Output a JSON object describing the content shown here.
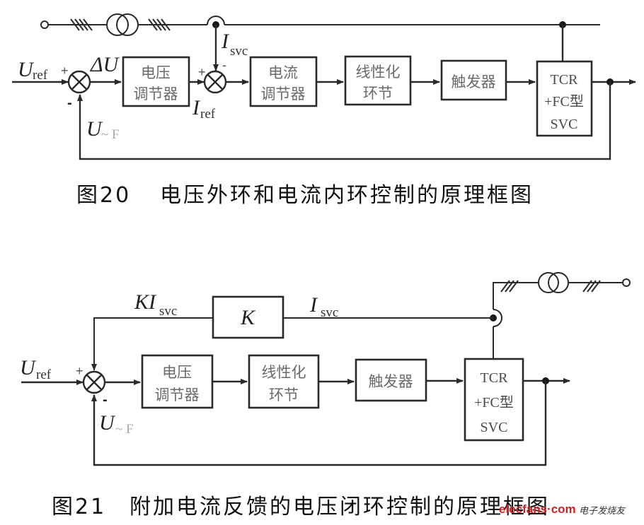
{
  "figure20": {
    "caption_number": "图20",
    "caption_text": "电压外环和电流内环控制的原理框图",
    "signals": {
      "u_ref_main": "U",
      "u_ref_sub": "ref",
      "delta_u": "ΔU",
      "i_ref_main": "I",
      "i_ref_sub": "ref",
      "i_svc_main": "I",
      "i_svc_sub": "svc",
      "u_f_main": "U",
      "u_f_sub": "~ F"
    },
    "signs": {
      "sum1_plus": "+",
      "sum1_minus": "-",
      "sum2_plus": "+",
      "sum2_minus": "-"
    },
    "blocks": {
      "voltage_regulator": [
        "电压",
        "调节器"
      ],
      "current_regulator": [
        "电流",
        "调节器"
      ],
      "linearization": [
        "线性化",
        "环节"
      ],
      "trigger": [
        "触发器"
      ],
      "svc": [
        "TCR",
        "+FC型",
        "SVC"
      ]
    }
  },
  "figure21": {
    "caption_number": "图21",
    "caption_text": "附加电流反馈的电压闭环控制的原理框图",
    "signals": {
      "u_ref_main": "U",
      "u_ref_sub": "ref",
      "ki_svc_main": "KI",
      "ki_svc_sub": "svc",
      "i_svc_main": "I",
      "i_svc_sub": "svc",
      "u_f_main": "U",
      "u_f_sub": "~ F"
    },
    "signs": {
      "sum_plus": "+",
      "sum_minus": "-"
    },
    "blocks": {
      "gain": [
        "K"
      ],
      "voltage_regulator": [
        "电压",
        "调节器"
      ],
      "linearization": [
        "线性化",
        "环节"
      ],
      "trigger": [
        "触发器"
      ],
      "svc": [
        "TCR",
        "+FC型",
        "SVC"
      ]
    }
  },
  "watermark": {
    "logo": "elecfans·com",
    "text": "电子发烧友"
  }
}
